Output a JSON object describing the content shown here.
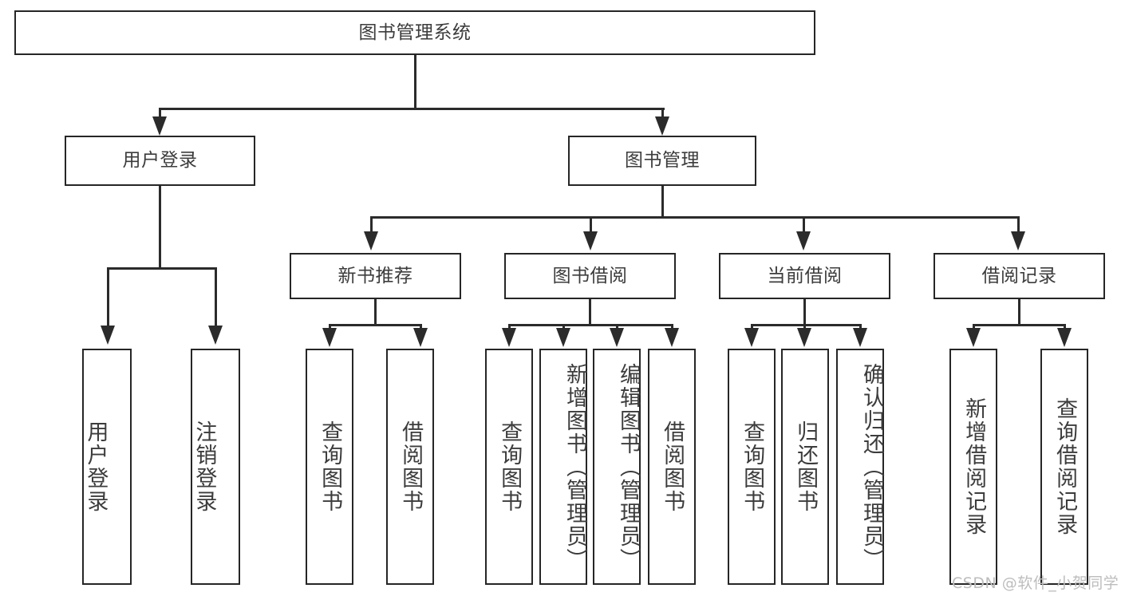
{
  "diagram": {
    "title": "图书管理系统",
    "watermark": "CSDN @软件_小贺同学",
    "colors": {
      "box_border": "#262626",
      "connector": "#2b2b2b",
      "text": "#3c3c3c",
      "background": "#ffffff",
      "watermark": "#bdbdbd"
    },
    "nodes": {
      "root": "图书管理系统",
      "user_login": "用户登录",
      "book_manage": "图书管理",
      "new_book_rec": "新书推荐",
      "book_borrow": "图书借阅",
      "current_borrow": "当前借阅",
      "borrow_record": "借阅记录",
      "leaf_user_login": "用户登录",
      "leaf_logout": "注销登录",
      "leaf_query_book_1": "查询图书",
      "leaf_borrow_book_1": "借阅图书",
      "leaf_query_book_2": "查询图书",
      "leaf_add_book_admin": "新增图书（管理员）",
      "leaf_edit_book_admin": "编辑图书（管理员）",
      "leaf_borrow_book_2": "借阅图书",
      "leaf_query_book_3": "查询图书",
      "leaf_return_book": "归还图书",
      "leaf_confirm_return_admin": "确认归还（管理员）",
      "leaf_add_record": "新增借阅记录",
      "leaf_query_record": "查询借阅记录"
    }
  }
}
